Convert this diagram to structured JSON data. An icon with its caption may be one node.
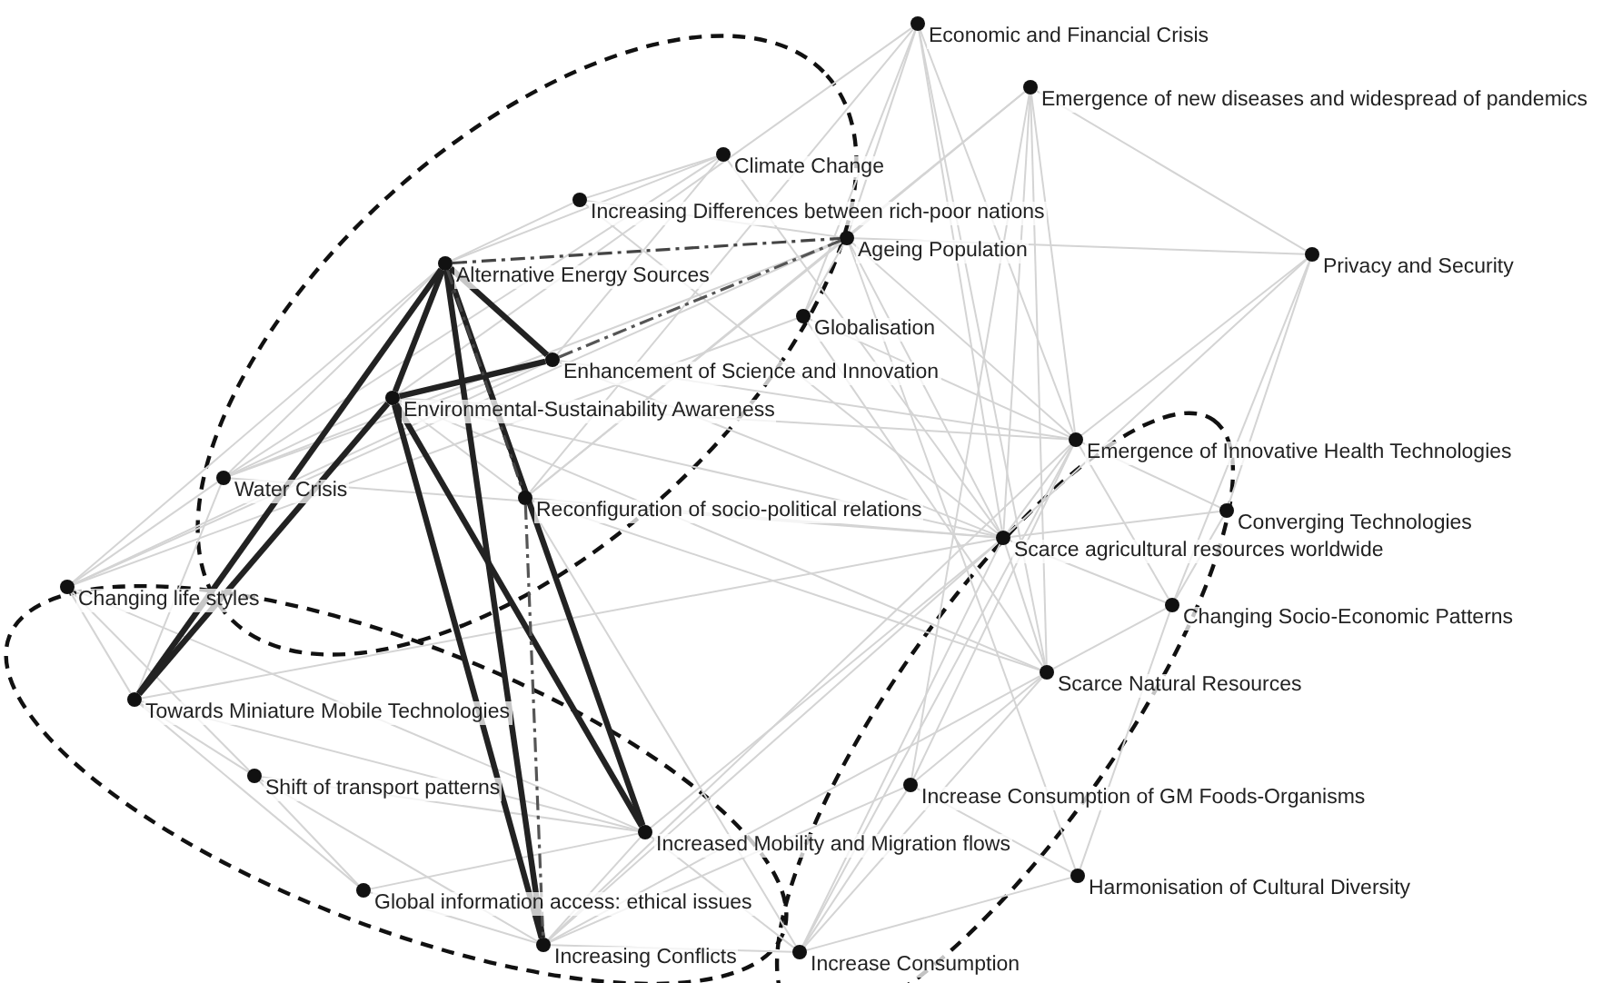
{
  "diagram": {
    "nodes": [
      {
        "text": [],
        "shape": "circle",
        "beside": [
          "Economic and Financial Crisis"
        ]
      },
      {
        "text": [],
        "shape": "circle",
        "beside": [
          "Emergence of new diseases and widespread of pandemics"
        ]
      },
      {
        "text": [],
        "shape": "circle",
        "beside": [
          "Climate Change"
        ]
      },
      {
        "text": [],
        "shape": "circle",
        "beside": [
          "Increasing Differences between rich-poor nations"
        ]
      },
      {
        "text": [],
        "shape": "circle",
        "beside": [
          "Ageing Population"
        ]
      },
      {
        "text": [],
        "shape": "circle",
        "beside": [
          "Alternative Energy Sources"
        ]
      },
      {
        "text": [],
        "shape": "circle",
        "beside": [
          "Privacy and Security"
        ]
      },
      {
        "text": [],
        "shape": "circle",
        "beside": [
          "Globalisation"
        ]
      },
      {
        "text": [],
        "shape": "circle",
        "beside": [
          "Enhancement of Science and Innovation"
        ]
      },
      {
        "text": [],
        "shape": "circle",
        "beside": [
          "Environmental-Sustainability Awareness"
        ]
      },
      {
        "text": [],
        "shape": "circle",
        "beside": [
          "Emergence of Innovative Health Technologies"
        ]
      },
      {
        "text": [],
        "shape": "circle",
        "beside": [
          "Water Crisis"
        ]
      },
      {
        "text": [],
        "shape": "circle",
        "beside": [
          "Reconfiguration of socio-political relations"
        ]
      },
      {
        "text": [],
        "shape": "circle",
        "beside": [
          "Converging Technologies"
        ]
      },
      {
        "text": [],
        "shape": "circle",
        "beside": [
          "Scarce agricultural resources worldwide"
        ]
      },
      {
        "text": [],
        "shape": "circle",
        "beside": [
          "Changing life styles"
        ]
      },
      {
        "text": [],
        "shape": "circle",
        "beside": [
          "Changing Socio-Economic Patterns"
        ]
      },
      {
        "text": [],
        "shape": "circle",
        "beside": [
          "Scarce Natural Resources"
        ]
      },
      {
        "text": [],
        "shape": "circle",
        "beside": [
          "Towards Miniature Mobile Technologies"
        ]
      },
      {
        "text": [],
        "shape": "circle",
        "beside": [
          "Shift of transport patterns"
        ]
      },
      {
        "text": [],
        "shape": "circle",
        "beside": [
          "Increase Consumption of GM Foods-Organisms"
        ]
      },
      {
        "text": [],
        "shape": "circle",
        "beside": [
          "Increased Mobility and Migration flows"
        ]
      },
      {
        "text": [],
        "shape": "circle",
        "beside": [
          "Harmonisation of Cultural Diversity"
        ]
      },
      {
        "text": [],
        "shape": "circle",
        "beside": [
          "Global information access: ethical issues"
        ]
      },
      {
        "text": [],
        "shape": "circle",
        "beside": [
          "Increasing Conflicts"
        ]
      },
      {
        "text": [],
        "shape": "circle",
        "beside": [
          "Increase Consumption"
        ]
      }
    ],
    "edges": [
      {
        "from": 0,
        "to": 4,
        "arrow": "none"
      },
      {
        "from": 0,
        "to": 7,
        "arrow": "none"
      },
      {
        "from": 0,
        "to": 12,
        "arrow": "none"
      },
      {
        "from": 0,
        "to": 14,
        "arrow": "none"
      },
      {
        "from": 0,
        "to": 10,
        "arrow": "none"
      },
      {
        "from": 0,
        "to": 17,
        "arrow": "none"
      },
      {
        "from": 0,
        "to": 9,
        "arrow": "none"
      },
      {
        "from": 1,
        "to": 6,
        "arrow": "none"
      },
      {
        "from": 1,
        "to": 10,
        "arrow": "none"
      },
      {
        "from": 1,
        "to": 14,
        "arrow": "none"
      },
      {
        "from": 1,
        "to": 17,
        "arrow": "none"
      },
      {
        "from": 1,
        "to": 20,
        "arrow": "none"
      },
      {
        "from": 1,
        "to": 4,
        "arrow": "none"
      },
      {
        "from": 1,
        "to": 12,
        "arrow": "none"
      },
      {
        "from": 2,
        "to": 3,
        "arrow": "none"
      },
      {
        "from": 2,
        "to": 5,
        "arrow": "none"
      },
      {
        "from": 2,
        "to": 8,
        "arrow": "none"
      },
      {
        "from": 2,
        "to": 14,
        "arrow": "none"
      },
      {
        "from": 2,
        "to": 11,
        "arrow": "none"
      },
      {
        "from": 3,
        "to": 5,
        "arrow": "none"
      },
      {
        "from": 3,
        "to": 4,
        "arrow": "none"
      },
      {
        "from": 3,
        "to": 14,
        "arrow": "none"
      },
      {
        "from": 4,
        "to": 7,
        "arrow": "none"
      },
      {
        "from": 4,
        "to": 10,
        "arrow": "none"
      },
      {
        "from": 4,
        "to": 14,
        "arrow": "none"
      },
      {
        "from": 4,
        "to": 12,
        "arrow": "none"
      },
      {
        "from": 4,
        "to": 11,
        "arrow": "none"
      },
      {
        "from": 4,
        "to": 15,
        "arrow": "none"
      },
      {
        "from": 4,
        "to": 22,
        "arrow": "none"
      },
      {
        "from": 6,
        "to": 10,
        "arrow": "none"
      },
      {
        "from": 6,
        "to": 4,
        "arrow": "none"
      },
      {
        "from": 6,
        "to": 13,
        "arrow": "none"
      },
      {
        "from": 6,
        "to": 14,
        "arrow": "none"
      },
      {
        "from": 6,
        "to": 16,
        "arrow": "none"
      },
      {
        "from": 7,
        "to": 10,
        "arrow": "none"
      },
      {
        "from": 7,
        "to": 15,
        "arrow": "none"
      },
      {
        "from": 7,
        "to": 17,
        "arrow": "none"
      },
      {
        "from": 8,
        "to": 10,
        "arrow": "none"
      },
      {
        "from": 8,
        "to": 14,
        "arrow": "none"
      },
      {
        "from": 8,
        "to": 11,
        "arrow": "none"
      },
      {
        "from": 8,
        "to": 15,
        "arrow": "none"
      },
      {
        "from": 9,
        "to": 11,
        "arrow": "none"
      },
      {
        "from": 9,
        "to": 14,
        "arrow": "none"
      },
      {
        "from": 9,
        "to": 10,
        "arrow": "none"
      },
      {
        "from": 9,
        "to": 12,
        "arrow": "none"
      },
      {
        "from": 9,
        "to": 17,
        "arrow": "none"
      },
      {
        "from": 10,
        "to": 13,
        "arrow": "none"
      },
      {
        "from": 10,
        "to": 14,
        "arrow": "none"
      },
      {
        "from": 10,
        "to": 25,
        "arrow": "none"
      },
      {
        "from": 10,
        "to": 20,
        "arrow": "none"
      },
      {
        "from": 10,
        "to": 16,
        "arrow": "none"
      },
      {
        "from": 11,
        "to": 15,
        "arrow": "none"
      },
      {
        "from": 11,
        "to": 18,
        "arrow": "none"
      },
      {
        "from": 11,
        "to": 14,
        "arrow": "none"
      },
      {
        "from": 12,
        "to": 14,
        "arrow": "none"
      },
      {
        "from": 12,
        "to": 17,
        "arrow": "none"
      },
      {
        "from": 13,
        "to": 14,
        "arrow": "none"
      },
      {
        "from": 13,
        "to": 16,
        "arrow": "none"
      },
      {
        "from": 14,
        "to": 16,
        "arrow": "none"
      },
      {
        "from": 14,
        "to": 17,
        "arrow": "none"
      },
      {
        "from": 14,
        "to": 25,
        "arrow": "none"
      },
      {
        "from": 14,
        "to": 21,
        "arrow": "none"
      },
      {
        "from": 15,
        "to": 18,
        "arrow": "none"
      },
      {
        "from": 15,
        "to": 19,
        "arrow": "none"
      },
      {
        "from": 15,
        "to": 21,
        "arrow": "none"
      },
      {
        "from": 16,
        "to": 17,
        "arrow": "none"
      },
      {
        "from": 16,
        "to": 22,
        "arrow": "none"
      },
      {
        "from": 17,
        "to": 20,
        "arrow": "none"
      },
      {
        "from": 17,
        "to": 25,
        "arrow": "none"
      },
      {
        "from": 18,
        "to": 19,
        "arrow": "none"
      },
      {
        "from": 18,
        "to": 23,
        "arrow": "none"
      },
      {
        "from": 18,
        "to": 21,
        "arrow": "none"
      },
      {
        "from": 19,
        "to": 21,
        "arrow": "none"
      },
      {
        "from": 19,
        "to": 24,
        "arrow": "none"
      },
      {
        "from": 20,
        "to": 22,
        "arrow": "none"
      },
      {
        "from": 20,
        "to": 25,
        "arrow": "none"
      },
      {
        "from": 21,
        "to": 23,
        "arrow": "none"
      },
      {
        "from": 21,
        "to": 24,
        "arrow": "none"
      },
      {
        "from": 21,
        "to": 25,
        "arrow": "none"
      },
      {
        "from": 22,
        "to": 25,
        "arrow": "none"
      },
      {
        "from": 23,
        "to": 24,
        "arrow": "none"
      },
      {
        "from": 24,
        "to": 25,
        "arrow": "none"
      },
      {
        "from": 11,
        "to": 5,
        "arrow": "none"
      },
      {
        "from": 15,
        "to": 5,
        "arrow": "none"
      },
      {
        "from": 18,
        "to": 14,
        "arrow": "none"
      },
      {
        "from": 19,
        "to": 23,
        "arrow": "none"
      },
      {
        "from": 12,
        "to": 25,
        "arrow": "none"
      },
      {
        "from": 14,
        "to": 24,
        "arrow": "none"
      },
      {
        "from": 10,
        "to": 24,
        "arrow": "none"
      },
      {
        "from": 17,
        "to": 24,
        "arrow": "none"
      },
      {
        "from": 20,
        "to": 24,
        "arrow": "none"
      },
      {
        "from": 5,
        "to": 8,
        "arrow": "none",
        "style": "thick",
        "color": "#222222"
      },
      {
        "from": 5,
        "to": 9,
        "arrow": "none",
        "style": "thick",
        "color": "#222222"
      },
      {
        "from": 9,
        "to": 8,
        "arrow": "none",
        "style": "thick",
        "color": "#222222"
      },
      {
        "from": 5,
        "to": 18,
        "arrow": "none",
        "style": "thick",
        "color": "#222222"
      },
      {
        "from": 9,
        "to": 18,
        "arrow": "none",
        "style": "thick",
        "color": "#222222"
      },
      {
        "from": 5,
        "to": 24,
        "arrow": "none",
        "style": "thick",
        "color": "#222222"
      },
      {
        "from": 9,
        "to": 24,
        "arrow": "none",
        "style": "thick",
        "color": "#222222"
      },
      {
        "from": 5,
        "to": 21,
        "arrow": "none",
        "style": "thick",
        "color": "#222222"
      },
      {
        "from": 9,
        "to": 21,
        "arrow": "none",
        "style": "thick",
        "color": "#222222"
      },
      {
        "from": 5,
        "to": 4,
        "arrow": "none",
        "style": "dashed",
        "color": "#444444"
      },
      {
        "from": 8,
        "to": 4,
        "arrow": "none",
        "style": "dashed",
        "color": "#555555"
      },
      {
        "from": 5,
        "to": 12,
        "arrow": "none",
        "style": "dashed",
        "color": "#444444"
      },
      {
        "from": 12,
        "to": 24,
        "arrow": "none",
        "style": "dashed",
        "color": "#555555"
      }
    ]
  }
}
